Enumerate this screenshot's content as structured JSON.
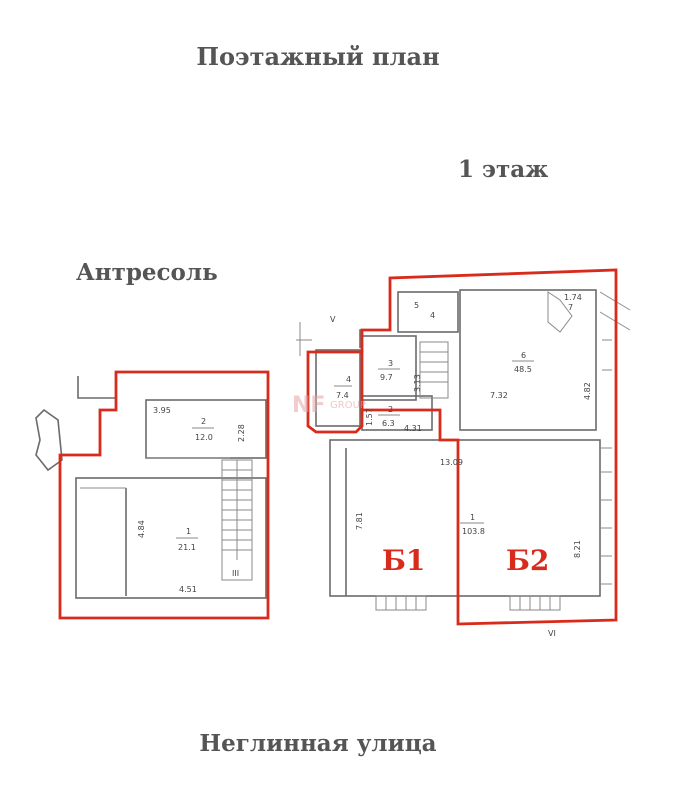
{
  "headings": {
    "title": "Поэтажный план",
    "floor1": "1 этаж",
    "mezzanine": "Антресоль",
    "street": "Неглинная улица"
  },
  "blocks": {
    "b1": "Б1",
    "b2": "Б2"
  },
  "watermark": {
    "main": "NF",
    "sub": "GROUP"
  },
  "mezzanine_labels": {
    "d1": "3.95",
    "r2": "2",
    "a2": "12.0",
    "d2": "2.28",
    "d3": "4.84",
    "r1": "1",
    "a1": "21.1",
    "d4": "4.51",
    "stair": "III"
  },
  "floor1_labels": {
    "r1": "1",
    "a1": "103.8",
    "d_w": "7.81",
    "d_top": "13.09",
    "d_e": "8.21",
    "r2": "2",
    "a2": "6.3",
    "d_431": "4.31",
    "d_157": "1.57",
    "r3": "3",
    "a3": "9.7",
    "d_313": "3.13",
    "r4": "4",
    "a4": "7.4",
    "r5": "5",
    "r7": "7",
    "d_174": "1.74",
    "r6": "6",
    "a6": "48.5",
    "d_732": "7.32",
    "d_482": "4.82",
    "v": "V",
    "vi": "VI"
  },
  "colors": {
    "outline": "#d92b1c",
    "walls": "#6b6b6b",
    "heading": "#555555"
  }
}
